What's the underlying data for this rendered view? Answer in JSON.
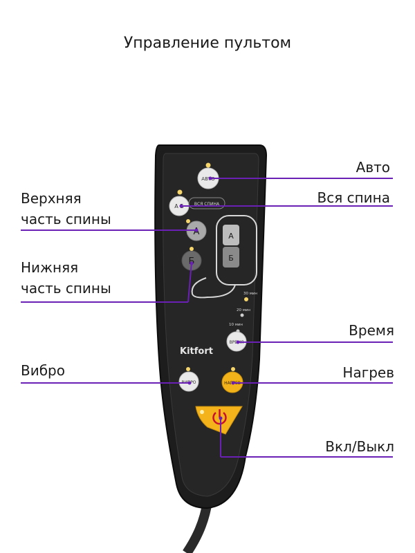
{
  "page": {
    "title": "Управление пультом"
  },
  "labels": {
    "auto": "Авто",
    "upper_back_line1": "Верхняя",
    "upper_back_line2": "часть спины",
    "whole_back": "Вся спина",
    "lower_back_line1": "Нижняя",
    "lower_back_line2": "часть спины",
    "time": "Время",
    "vibro": "Вибро",
    "heat": "Нагрев",
    "power": "Вкл/Выкл"
  },
  "remote": {
    "brand": "Kitfort",
    "auto_btn": "АВТО",
    "ab_btn": "А Б",
    "whole_back_tag": "ВСЯ СПИНА",
    "a_btn": "А",
    "b_btn": "Б",
    "zone_a": "А",
    "zone_b": "Б",
    "t30": "30 мин",
    "t20": "20 мин",
    "t10": "10 мин",
    "time_btn": "ВРЕМЯ",
    "vibro_btn": "ВИБРО",
    "heat_btn": "НАГРЕВ"
  },
  "colors": {
    "accent": "#6a1fb5",
    "heat": "#f2b21a",
    "power": "#f4b31b",
    "body": "#1c1c1c",
    "indicator": "#f6d66b"
  }
}
